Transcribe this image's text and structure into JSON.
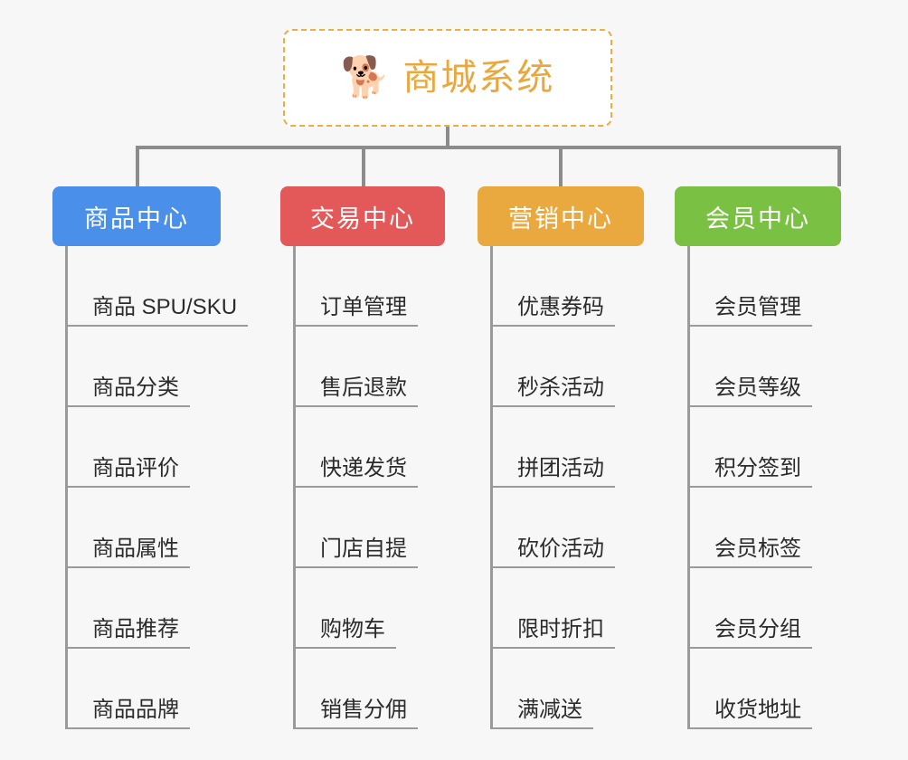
{
  "canvas": {
    "background_color": "#f7f7f8",
    "line_color": "#8c8c8c",
    "leaf_line_color": "#9a9a9a",
    "leaf_text_color": "#2b2b2b"
  },
  "root": {
    "icon": "shiba-dog-face-emoji",
    "emoji": "🐕",
    "title": "商城系统",
    "title_color": "#eaa83c",
    "border_color": "#f0ad3e",
    "background_color": "#ffffff"
  },
  "branches": [
    {
      "label": "商品中心",
      "color": "#4a90ea",
      "key": "product-center",
      "items": [
        "商品 SPU/SKU",
        "商品分类",
        "商品评价",
        "商品属性",
        "商品推荐",
        "商品品牌"
      ]
    },
    {
      "label": "交易中心",
      "color": "#e3595a",
      "key": "trade-center",
      "items": [
        "订单管理",
        "售后退款",
        "快递发货",
        "门店自提",
        "购物车",
        "销售分佣"
      ]
    },
    {
      "label": "营销中心",
      "color": "#eaa93f",
      "key": "marketing-center",
      "items": [
        "优惠券码",
        "秒杀活动",
        "拼团活动",
        "砍价活动",
        "限时折扣",
        "满减送"
      ]
    },
    {
      "label": "会员中心",
      "color": "#7ac143",
      "key": "member-center",
      "items": [
        "会员管理",
        "会员等级",
        "积分签到",
        "会员标签",
        "会员分组",
        "收货地址"
      ]
    }
  ]
}
